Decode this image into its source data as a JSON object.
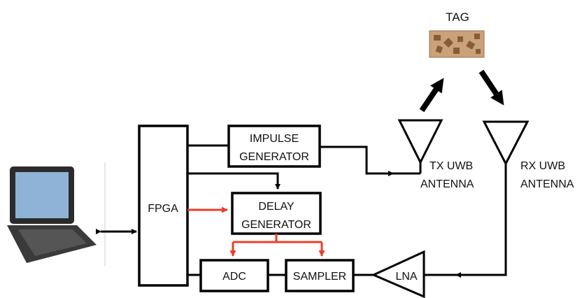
{
  "diagram": {
    "tag": {
      "label": "TAG"
    },
    "blocks": {
      "fpga": "FPGA",
      "impulse_line1": "IMPULSE",
      "impulse_line2": "GENERATOR",
      "delay_line1": "DELAY",
      "delay_line2": "GENERATOR",
      "adc": "ADC",
      "sampler": "SAMPLER",
      "lna": "LNA"
    },
    "antennas": {
      "tx_line1": "TX UWB",
      "tx_line2": "ANTENNA",
      "rx_line1": "RX UWB",
      "rx_line2": "ANTENNA"
    },
    "colors": {
      "line": "#000000",
      "control_signal": "#e8402a",
      "tag_light": "#c9a27a",
      "tag_dark": "#8a5a3a"
    },
    "icons": [
      "laptop-icon",
      "tag-image"
    ]
  }
}
